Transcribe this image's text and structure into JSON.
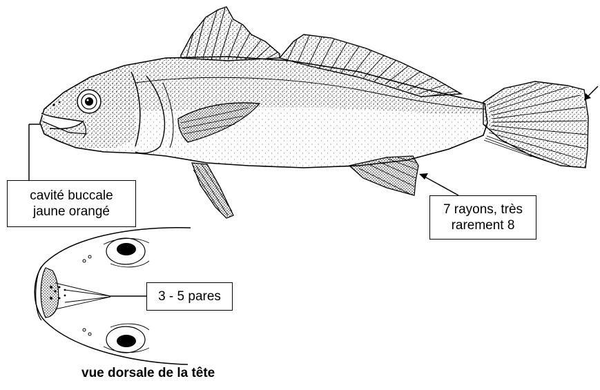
{
  "labels": {
    "mouth_line1": "cavité buccale",
    "mouth_line2": "jaune orangé",
    "anal_line1": "7 rayons, très",
    "anal_line2": "rarement 8",
    "pores": "3 - 5 pares"
  },
  "caption": "vue dorsale de la tête",
  "colors": {
    "ink": "#000000",
    "background": "#ffffff",
    "stipple": "#1a1a1a"
  },
  "icons": [
    "fish-illustration",
    "head-dorsal-view",
    "arrow"
  ]
}
